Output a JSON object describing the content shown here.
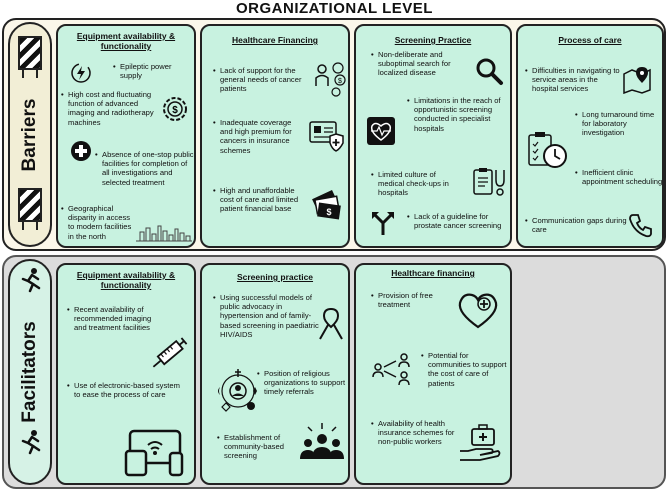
{
  "title": "ORGANIZATIONAL LEVEL",
  "barriers": {
    "label": "Barriers",
    "equipment": {
      "title_line1": "Equipment availability &",
      "title_line2": "functionality",
      "items": [
        "Epileptic power supply",
        "High cost and fluctuating function of advanced imaging and radiotherapy machines",
        "Absence of one-stop public facilities for completion of all investigations and selected treatment",
        "Geographical disparity in access to modern facilities in the north"
      ]
    },
    "financing": {
      "title": "Healthcare Financing",
      "items": [
        "Lack of support for the general needs of cancer patients",
        "Inadequate coverage and high premium for cancers in insurance schemes",
        "High and unaffordable cost of care and limited patient financial base"
      ]
    },
    "screening": {
      "title": "Screening Practice",
      "items": [
        "Non-deliberate and suboptimal search for localized disease",
        "Limitations in the reach of opportunistic screening conducted in specialist hospitals",
        "Limited culture of medical check-ups in hospitals",
        "Lack of a guideline for prostate cancer screening"
      ]
    },
    "process": {
      "title": "Process of care",
      "items": [
        "Difficulties in navigating to service areas in the hospital services",
        "Long turnaround time for laboratory investigation",
        "Inefficient clinic appointment scheduling",
        "Communication gaps during care"
      ]
    }
  },
  "facilitators": {
    "label": "Facilitators",
    "equipment": {
      "title_line1": "Equipment availability &",
      "title_line2": "functionality",
      "items": [
        "Recent availability of recommended imaging and treatment facilities",
        "Use of electronic-based system to ease the process of care"
      ]
    },
    "screening": {
      "title": "Screening practice",
      "items": [
        "Using successful models of public advocacy in hypertension and of family-based screening in paediatric HIV/AIDS",
        "Position of religious organizations to support timely referrals",
        "Establishment of community-based screening"
      ]
    },
    "financing": {
      "title": "Healthcare financing",
      "items": [
        "Provision of free treatment",
        "Potential for communities to support the cost of care of patients",
        "Availability of health insurance schemes for non-public workers"
      ]
    }
  },
  "icons": [
    "barricade-icon",
    "running-person-icon",
    "lightning-plug-icon",
    "dollar-gear-icon",
    "hospital-cross-icon",
    "city-skyline-icon",
    "people-money-icon",
    "insurance-card-icon",
    "money-bills-icon",
    "magnifier-icon",
    "heart-monitor-icon",
    "medical-checkup-icon",
    "split-arrows-icon",
    "map-pin-icon",
    "clipboard-clock-icon",
    "phone-icon",
    "syringe-icon",
    "devices-wifi-icon",
    "awareness-ribbon-icon",
    "religious-symbols-icon",
    "community-group-icon",
    "heart-cross-icon",
    "network-people-icon",
    "hand-medkit-icon"
  ]
}
